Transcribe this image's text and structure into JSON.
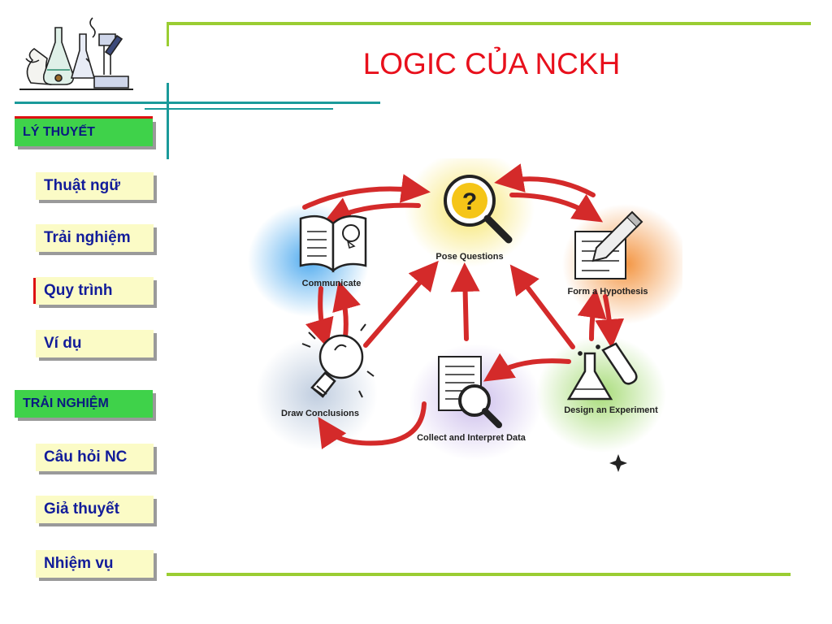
{
  "slide": {
    "title": "LOGIC CỦA NCKH",
    "colors": {
      "title": "#e8101c",
      "section_bg": "#3fd24a",
      "item_bg": "#fbfbc6",
      "nav_text": "#121c9a",
      "rule_green": "#9acd32",
      "rule_teal": "#1a9a9a"
    }
  },
  "nav": {
    "section1": "LÝ THUYẾT",
    "items1": [
      "Thuật ngữ",
      "Trải nghiệm",
      "Quy trình",
      "Ví dụ"
    ],
    "section2": "TRẢI NGHIỆM",
    "items2": [
      "Câu hỏi NC",
      "Giả thuyết",
      "Nhiệm vụ"
    ],
    "active_item": "Quy trình"
  },
  "diagram": {
    "nodes": [
      {
        "id": "pose",
        "label": "Pose Questions",
        "icon": "magnifier-question-icon",
        "glow": "#f6e25a"
      },
      {
        "id": "hypothesis",
        "label": "Form a Hypothesis",
        "icon": "paper-pencil-icon",
        "glow": "#f28a2e"
      },
      {
        "id": "experiment",
        "label": "Design an Experiment",
        "icon": "flask-icon",
        "glow": "#9ed86a"
      },
      {
        "id": "collect",
        "label": "Collect and Interpret Data",
        "icon": "document-magnifier-icon",
        "glow": "#c8b8ea"
      },
      {
        "id": "conclusions",
        "label": "Draw Conclusions",
        "icon": "lightbulb-icon",
        "glow": "#b9c8dc"
      },
      {
        "id": "communicate",
        "label": "Communicate",
        "icon": "open-book-icon",
        "glow": "#4aa8ee"
      }
    ],
    "arrow_color": "#d42a2a"
  }
}
